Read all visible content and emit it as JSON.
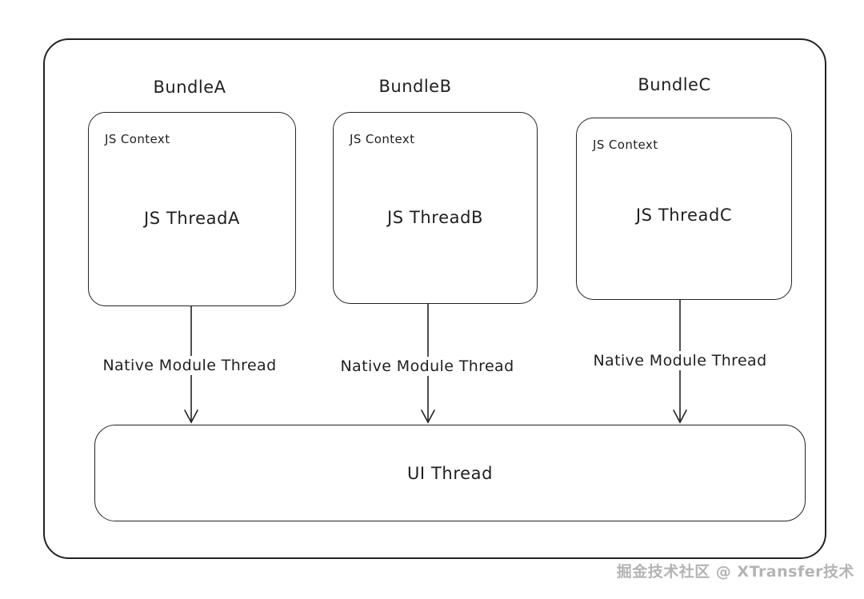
{
  "diagram": {
    "stroke_color": "#232323",
    "background_color": "#ffffff",
    "bundles": [
      {
        "title": "BundleA",
        "context_label": "JS Context",
        "thread_label": "JS ThreadA",
        "arrow_label": "Native Module Thread"
      },
      {
        "title": "BundleB",
        "context_label": "JS Context",
        "thread_label": "JS ThreadB",
        "arrow_label": "Native Module Thread"
      },
      {
        "title": "BundleC",
        "context_label": "JS Context",
        "thread_label": "JS ThreadC",
        "arrow_label": "Native Module Thread"
      }
    ],
    "ui_thread": {
      "label": "UI Thread"
    }
  },
  "watermark": {
    "text": "掘金技术社区 @ XTransfer技术",
    "color": "#b4b4b4"
  }
}
